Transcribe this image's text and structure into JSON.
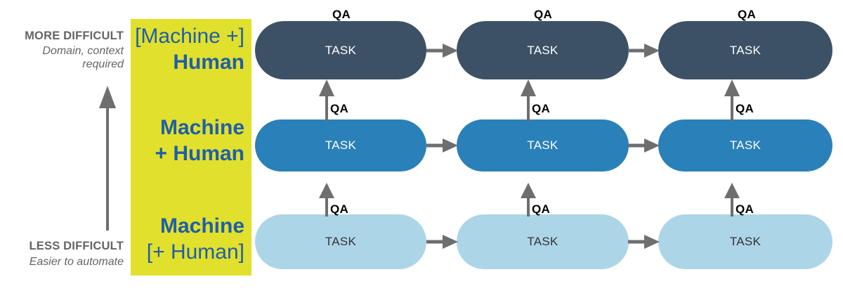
{
  "axis": {
    "top_title": "MORE DIFFICULT",
    "top_subtitle": "Domain, context\nrequired",
    "top_subtitle_line1": "Domain, context",
    "top_subtitle_line2": "required",
    "bottom_title": "LESS DIFFICULT",
    "bottom_subtitle": "Easier to automate",
    "arrow_icon": "up-arrow-icon",
    "arrow_color": "#6d6e70"
  },
  "categories": [
    {
      "line1": "[Machine +]",
      "line2": "Human",
      "line1_weight": "regular",
      "line2_weight": "bold"
    },
    {
      "line1": "Machine",
      "line2": "+ Human",
      "line1_weight": "bold",
      "line2_weight": "bold"
    },
    {
      "line1": "Machine",
      "line2": "[+ Human]",
      "line1_weight": "bold",
      "line2_weight": "regular"
    }
  ],
  "rows": [
    {
      "id": "machine-plus-human",
      "fill": "#3d5166",
      "text_color": "#ffffff",
      "tasks": [
        {
          "label": "TASK",
          "qa_label": "QA",
          "qa_position": "above"
        },
        {
          "label": "TASK",
          "qa_label": "QA",
          "qa_position": "above"
        },
        {
          "label": "TASK",
          "qa_label": "QA",
          "qa_position": "above"
        }
      ]
    },
    {
      "id": "machine-and-human",
      "fill": "#2a80b9",
      "text_color": "#ffffff",
      "tasks": [
        {
          "label": "TASK",
          "qa_label": "QA",
          "qa_position": "side"
        },
        {
          "label": "TASK",
          "qa_label": "QA",
          "qa_position": "side"
        },
        {
          "label": "TASK",
          "qa_label": "QA",
          "qa_position": "side"
        }
      ]
    },
    {
      "id": "machine-optional-human",
      "fill": "#add5e8",
      "text_color": "#333333",
      "tasks": [
        {
          "label": "TASK",
          "qa_label": "QA",
          "qa_position": "side"
        },
        {
          "label": "TASK",
          "qa_label": "QA",
          "qa_position": "side"
        },
        {
          "label": "TASK",
          "qa_label": "QA",
          "qa_position": "side"
        }
      ]
    }
  ],
  "colors": {
    "band": "#e1e02c",
    "category_text": "#1f5fa9",
    "arrow": "#6d6e70",
    "axis_text": "#636466",
    "qa_text": "#000000"
  },
  "flow_arrow_icon": "right-arrow-icon",
  "qa_arrow_icon": "up-arrow-icon"
}
